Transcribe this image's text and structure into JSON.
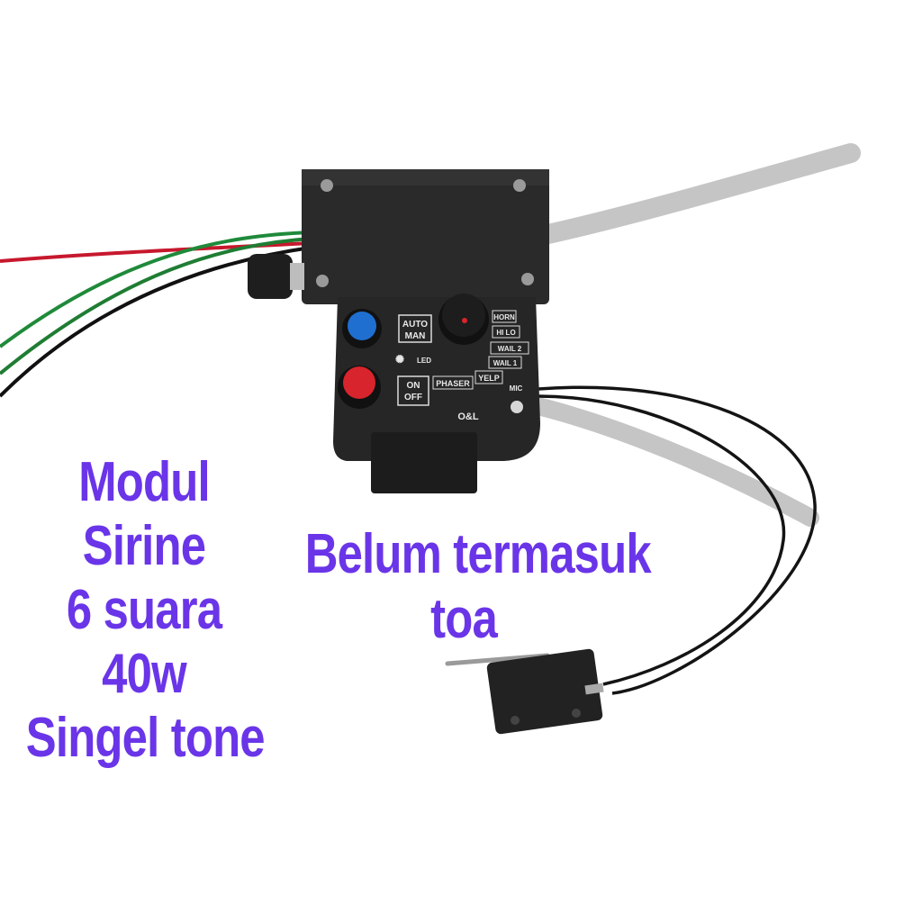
{
  "product": {
    "panel_labels": {
      "auto": "AUTO",
      "man": "MAN",
      "led": "LED",
      "on": "ON",
      "off": "OFF",
      "phaser": "PHASER",
      "yelp": "YELP",
      "horn": "HORN",
      "hilo": "HI LO",
      "wail2": "WAIL 2",
      "wail1": "WAIL 1",
      "mic": "MIC",
      "brand": "O&L"
    }
  },
  "captions": {
    "left": [
      "Modul",
      "Sirine",
      "6 suara",
      "40w",
      "Singel tone"
    ],
    "right": [
      "Belum termasuk",
      "toa"
    ]
  },
  "colors": {
    "caption": "#6a35e8",
    "enclosure": "#2b2b2b",
    "button_blue": "#1f6fd1",
    "button_red": "#d8242c",
    "cable_grey": "#c9c9c9"
  }
}
